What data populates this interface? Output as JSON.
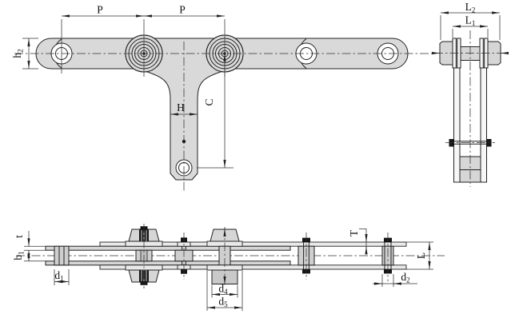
{
  "drawing": {
    "type": "engineering-dimension-diagram",
    "subject": "roller conveyor chain with T-shaped hanging attachment, three views",
    "colors": {
      "line": "#222222",
      "plate_fill": "#d9d9d9",
      "washer_fill": "#e9e9e9",
      "pin_dark": "#161616",
      "background": "#ffffff"
    },
    "dimensions": {
      "p1": {
        "label": "P"
      },
      "p2": {
        "label": "P"
      },
      "h2": {
        "label": "h",
        "sub": "2"
      },
      "H": {
        "label": "H"
      },
      "C": {
        "label": "C"
      },
      "L2": {
        "label": "L",
        "sub": "2"
      },
      "L1": {
        "label": "L",
        "sub": "1"
      },
      "t": {
        "label": "t"
      },
      "b1": {
        "label": "b",
        "sub": "1"
      },
      "d1": {
        "label": "d",
        "sub": "1"
      },
      "d4": {
        "label": "d",
        "sub": "4"
      },
      "d5": {
        "label": "d",
        "sub": "5"
      },
      "d2": {
        "label": "d",
        "sub": "2"
      },
      "T": {
        "label": "T"
      },
      "L": {
        "label": "L"
      }
    }
  }
}
